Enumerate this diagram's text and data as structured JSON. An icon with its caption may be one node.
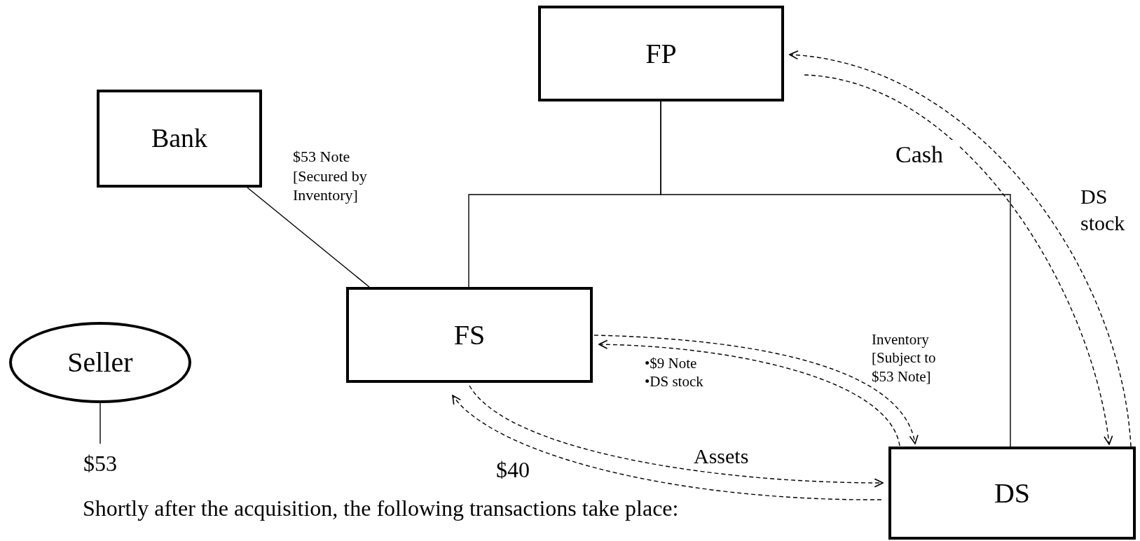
{
  "diagram": {
    "nodes": [
      {
        "text": [
          "FP"
        ]
      },
      {
        "text": [
          "Bank"
        ]
      },
      {
        "text": [
          "FS"
        ]
      },
      {
        "text": [
          "Seller"
        ]
      },
      {
        "text": [
          "DS"
        ]
      },
      {
        "text": [
          "$53"
        ]
      }
    ],
    "edges": [
      {
        "from": 1,
        "to": 2,
        "arrow": "none",
        "label": "$53 Note [Secured by Inventory]"
      },
      {
        "from": 0,
        "to": 2,
        "arrow": "none"
      },
      {
        "from": 0,
        "to": 4,
        "arrow": "none"
      },
      {
        "from": 4,
        "to": 0,
        "arrow": "to",
        "style": "dashed",
        "label": "DS stock"
      },
      {
        "from": 0,
        "to": 4,
        "arrow": "to",
        "style": "dashed",
        "label": "Cash"
      },
      {
        "from": 2,
        "to": 4,
        "arrow": "to",
        "style": "dashed",
        "label": "Inventory [Subject to $53 Note]"
      },
      {
        "from": 4,
        "to": 2,
        "arrow": "to",
        "style": "dashed",
        "label": "•$9 Note •DS stock"
      },
      {
        "from": 2,
        "to": 4,
        "arrow": "to",
        "style": "dashed",
        "label": "Assets"
      },
      {
        "from": 4,
        "to": 2,
        "arrow": "to",
        "style": "dashed",
        "label": "$40"
      },
      {
        "from": 3,
        "to": 5,
        "arrow": "none"
      }
    ],
    "labels": [
      "Shortly after the acquisition, the following transactions take place:"
    ]
  }
}
